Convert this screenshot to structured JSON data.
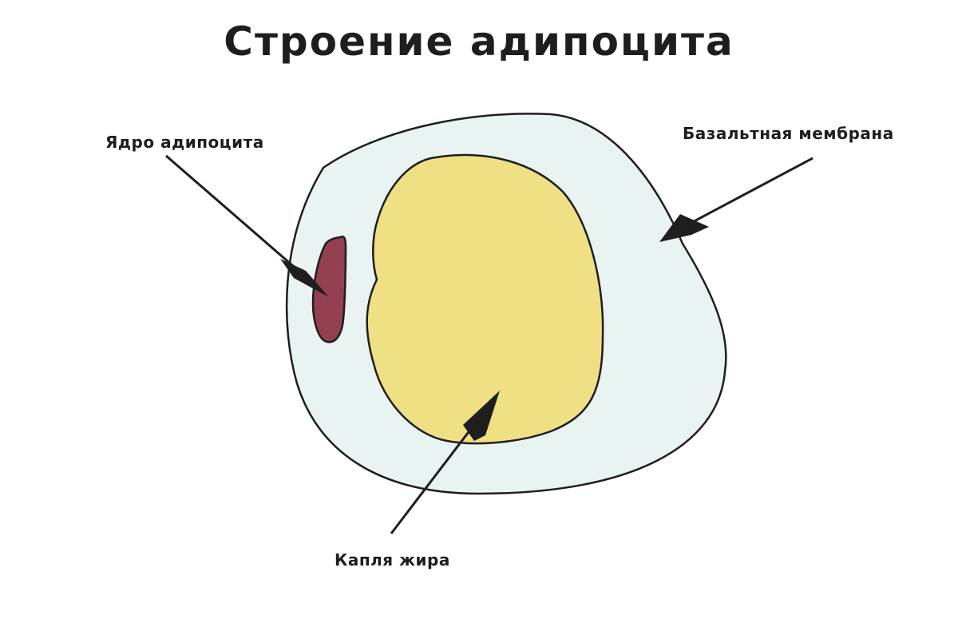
{
  "title": "Строение адипоцита",
  "labels": {
    "nucleus": "Ядро адипоцита",
    "membrane": "Базальтная мембрана",
    "droplet": "Капля жира"
  },
  "colors": {
    "cell_fill": "#e9f3f2",
    "droplet_fill": "#efe083",
    "nucleus_fill": "#953f52",
    "outline": "#1e1e1e"
  }
}
